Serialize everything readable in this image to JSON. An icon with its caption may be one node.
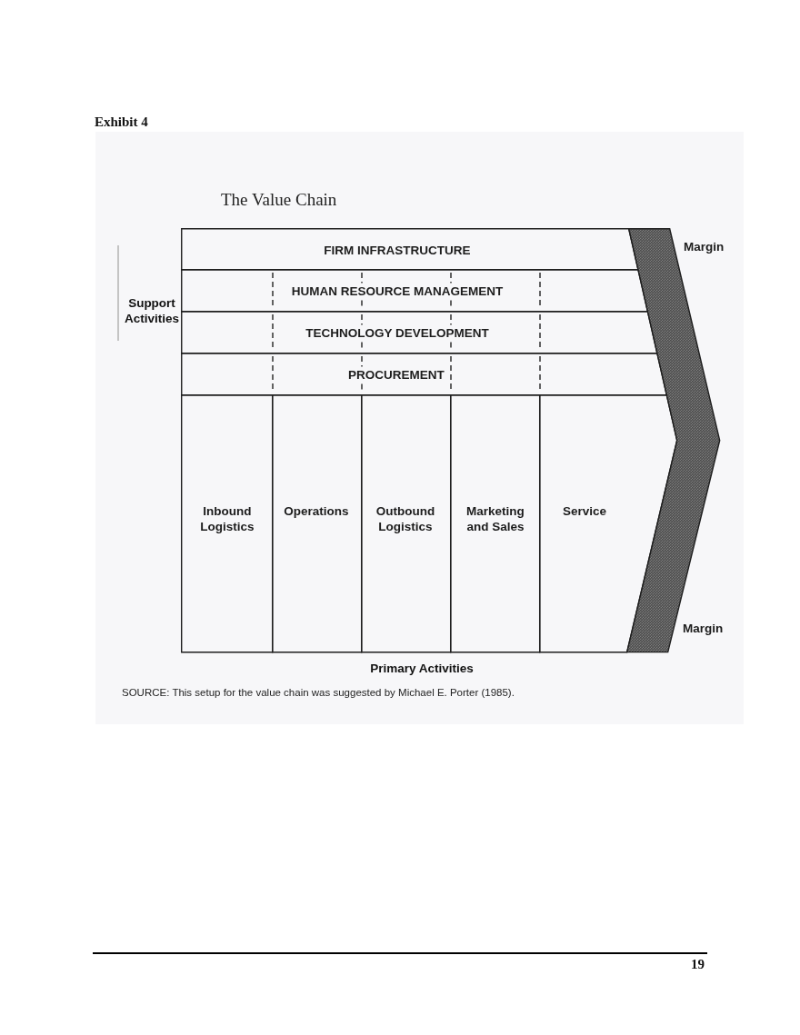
{
  "diagram": {
    "title": "The Value Chain",
    "caption": "SOURCE: This setup for the value chain was suggested by Michael E. Porter (1985).",
    "nodes": [
      {
        "text": [
          "FIRM INFRASTRUCTURE"
        ]
      },
      {
        "text": [
          "HUMAN RESOURCE MANAGEMENT"
        ]
      },
      {
        "text": [
          "TECHNOLOGY DEVELOPMENT"
        ]
      },
      {
        "text": [
          "PROCUREMENT"
        ]
      },
      {
        "text": [
          "Inbound Logistics"
        ]
      },
      {
        "text": [
          "Operations"
        ]
      },
      {
        "text": [
          "Outbound Logistics"
        ]
      },
      {
        "text": [
          "Marketing and Sales"
        ]
      },
      {
        "text": [
          "Service"
        ]
      },
      {
        "text": [],
        "shape": "chevron",
        "beside": [
          "Margin",
          "Margin"
        ]
      }
    ],
    "labels": [
      "Exhibit 4",
      "Support Activities",
      "Primary Activities",
      "19"
    ]
  }
}
